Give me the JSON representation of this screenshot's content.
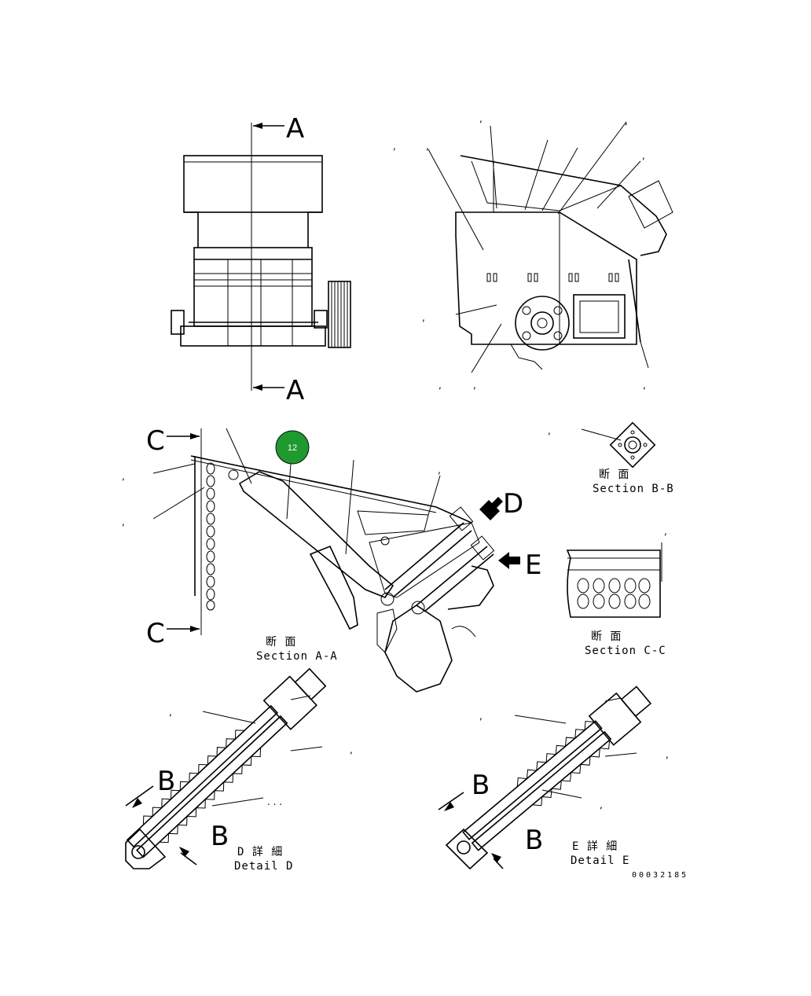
{
  "section_marks": {
    "a_top": "A",
    "a_bottom": "A",
    "c_top": "C",
    "c_bottom": "C",
    "d_arrow": "D",
    "e_arrow": "E",
    "b_detail_d_top": "B",
    "b_detail_d_bottom": "B",
    "b_detail_e_top": "B",
    "b_detail_e_bottom": "B"
  },
  "captions": {
    "section_bb_jp": "断 面",
    "section_bb_en": "Section B-B",
    "section_aa_jp": "断 面",
    "section_aa_en": "Section A-A",
    "section_cc_jp": "断 面",
    "section_cc_en": "Section C-C",
    "detail_d_jp": "D 詳 細",
    "detail_d_en": "Detail D",
    "detail_e_jp": "E 詳 細",
    "detail_e_en": "Detail E"
  },
  "callout_badge": {
    "label": "12",
    "color": "#1e9a2e"
  },
  "drawing_number": "00032185",
  "leader_marks": ",",
  "dots_mark": ". . ."
}
